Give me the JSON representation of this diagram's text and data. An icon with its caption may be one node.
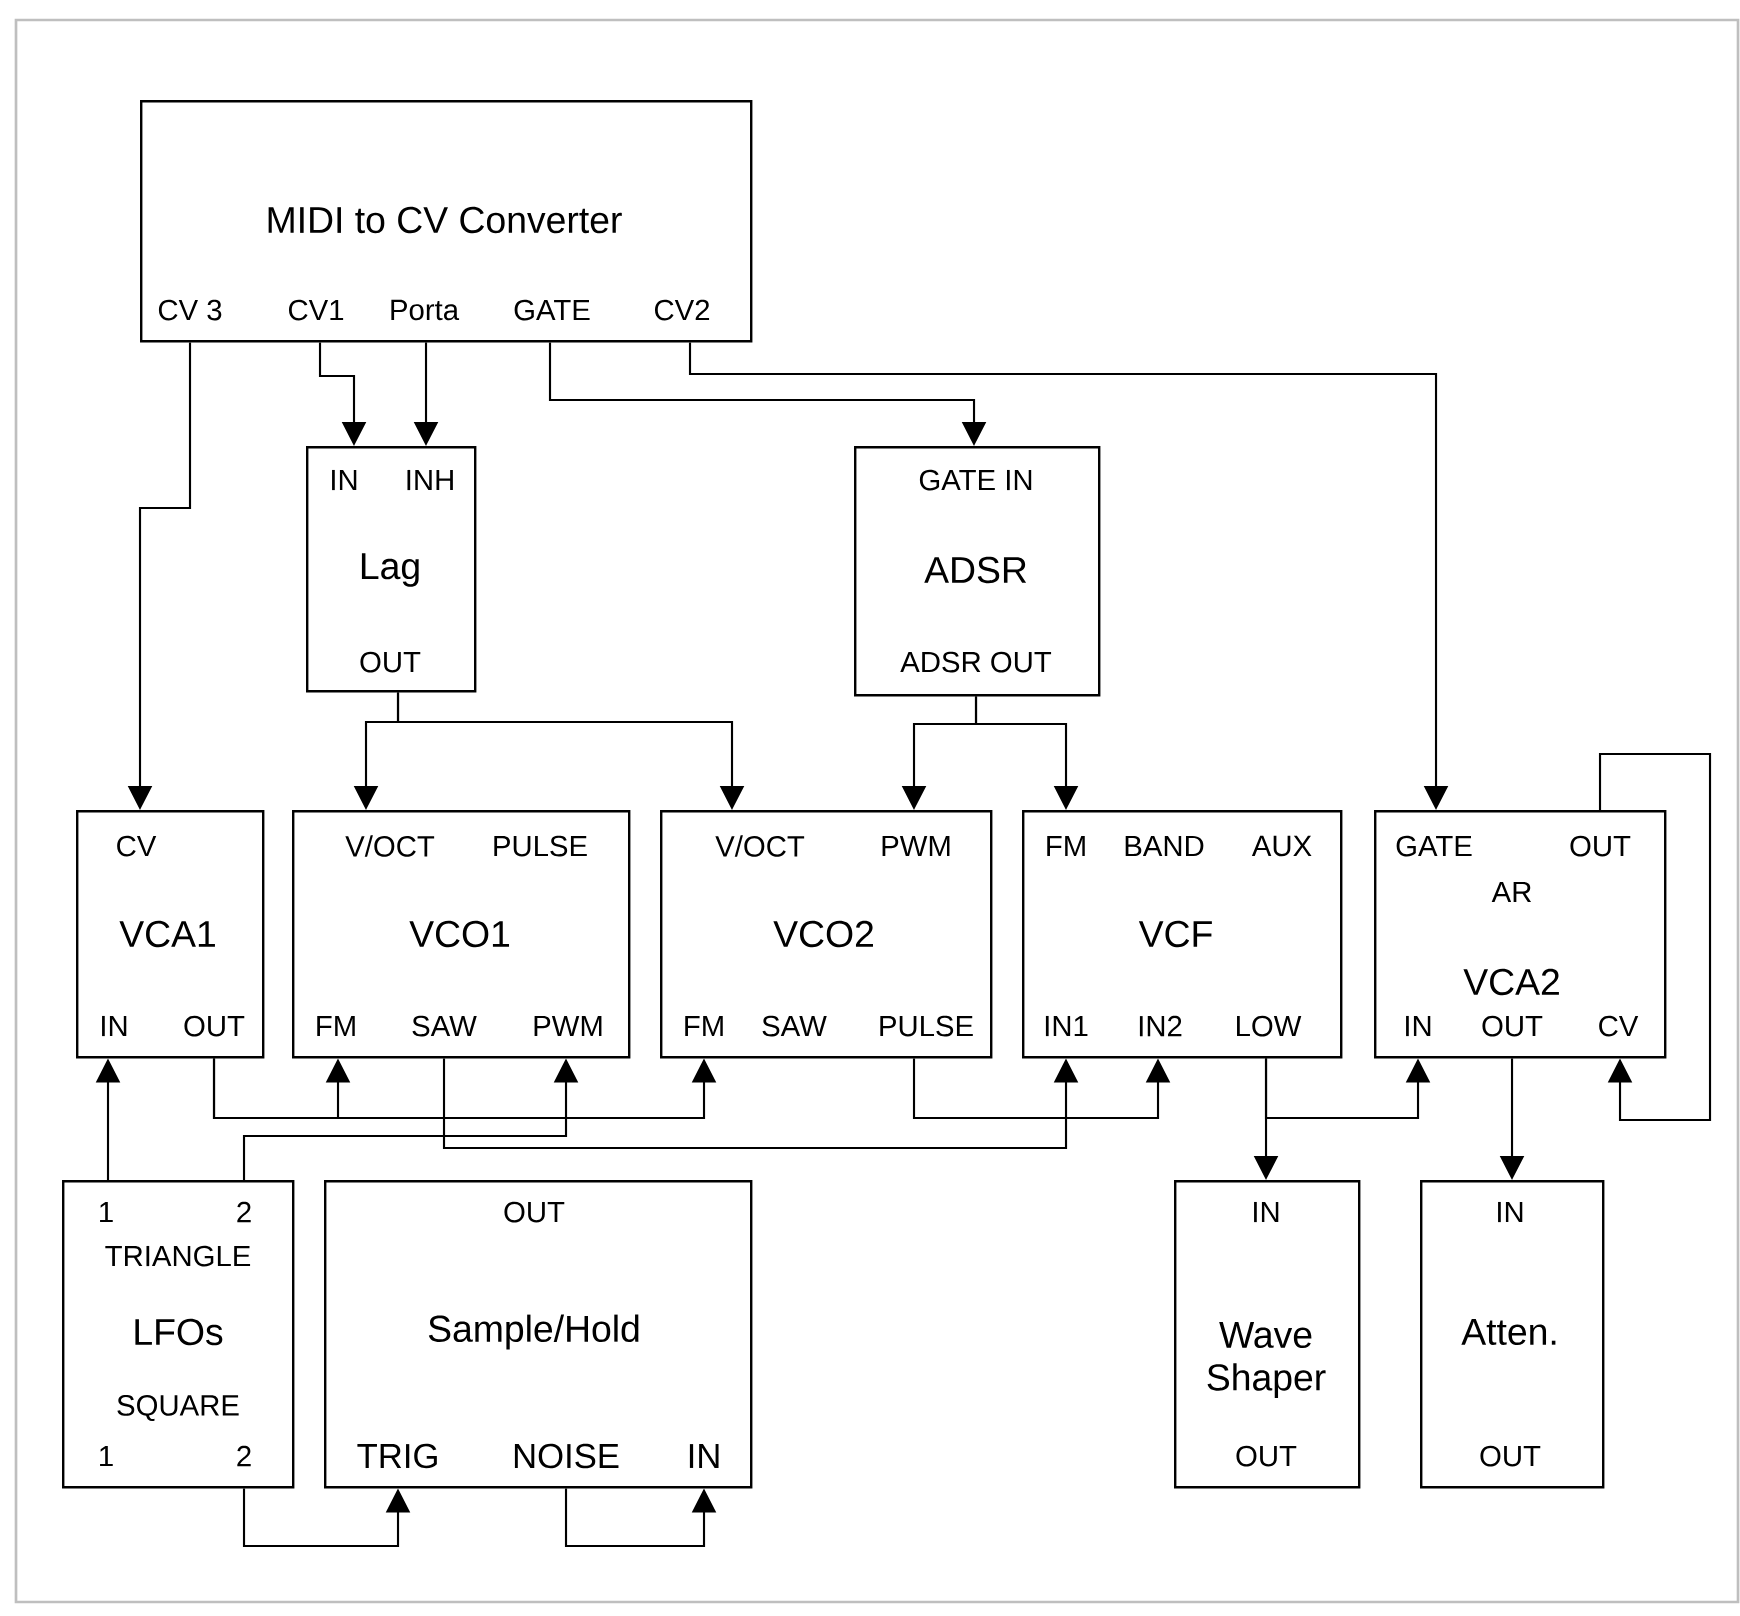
{
  "diagram": {
    "nodes": [
      {
        "text": [
          "MIDI to CV Converter",
          "CV 3",
          "CV1",
          "Porta",
          "GATE",
          "CV2"
        ]
      },
      {
        "text": [
          "IN",
          "INH",
          "Lag",
          "OUT"
        ]
      },
      {
        "text": [
          "GATE IN",
          "ADSR",
          "ADSR OUT"
        ]
      },
      {
        "text": [
          "CV",
          "VCA1",
          "IN",
          "OUT"
        ]
      },
      {
        "text": [
          "V/OCT",
          "PULSE",
          "VCO1",
          "FM",
          "SAW",
          "PWM"
        ]
      },
      {
        "text": [
          "V/OCT",
          "PWM",
          "VCO2",
          "FM",
          "SAW",
          "PULSE"
        ]
      },
      {
        "text": [
          "FM",
          "BAND",
          "AUX",
          "VCF",
          "IN1",
          "IN2",
          "LOW"
        ]
      },
      {
        "text": [
          "GATE",
          "OUT",
          "AR",
          "VCA2",
          "IN",
          "OUT",
          "CV"
        ]
      },
      {
        "text": [
          "1",
          "2",
          "TRIANGLE",
          "LFOs",
          "SQUARE",
          "1",
          "2"
        ]
      },
      {
        "text": [
          "OUT",
          "Sample/Hold",
          "TRIG",
          "NOISE",
          "IN"
        ]
      },
      {
        "text": [
          "IN",
          "Wave Shaper",
          "OUT"
        ]
      },
      {
        "text": [
          "IN",
          "Atten.",
          "OUT"
        ]
      }
    ],
    "edges": [
      {
        "from": 0,
        "to": 3,
        "arrow": "to"
      },
      {
        "from": 0,
        "to": 1,
        "arrow": "to"
      },
      {
        "from": 0,
        "to": 1,
        "arrow": "to"
      },
      {
        "from": 0,
        "to": 2,
        "arrow": "to"
      },
      {
        "from": 0,
        "to": 7,
        "arrow": "to"
      },
      {
        "from": 1,
        "to": 4,
        "arrow": "to"
      },
      {
        "from": 1,
        "to": 5,
        "arrow": "to"
      },
      {
        "from": 2,
        "to": 5,
        "arrow": "to"
      },
      {
        "from": 2,
        "to": 6,
        "arrow": "to"
      },
      {
        "from": 7,
        "to": 7,
        "arrow": "to"
      },
      {
        "from": 3,
        "to": 4,
        "arrow": "to"
      },
      {
        "from": 3,
        "to": 5,
        "arrow": "to"
      },
      {
        "from": 8,
        "to": 4,
        "arrow": "to"
      },
      {
        "from": 8,
        "to": 3,
        "arrow": "to"
      },
      {
        "from": 4,
        "to": 6,
        "arrow": "to"
      },
      {
        "from": 5,
        "to": 6,
        "arrow": "to"
      },
      {
        "from": 6,
        "to": 10,
        "arrow": "to"
      },
      {
        "from": 6,
        "to": 7,
        "arrow": "to"
      },
      {
        "from": 7,
        "to": 11,
        "arrow": "to"
      },
      {
        "from": 8,
        "to": 9,
        "arrow": "to"
      },
      {
        "from": 9,
        "to": 9,
        "arrow": "to"
      }
    ]
  }
}
